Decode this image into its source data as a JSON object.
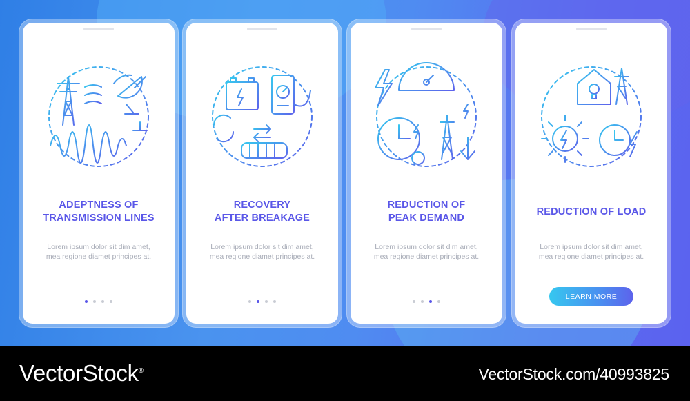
{
  "cards": [
    {
      "title_line1": "ADEPTNESS OF",
      "title_line2": "TRANSMISSION LINES",
      "body": "Lorem ipsum dolor sit dim amet, mea regione diamet principes at.",
      "active_dot": 1
    },
    {
      "title_line1": "RECOVERY",
      "title_line2": "AFTER BREAKAGE",
      "body": "Lorem ipsum dolor sit dim amet, mea regione diamet principes at.",
      "active_dot": 2
    },
    {
      "title_line1": "REDUCTION OF",
      "title_line2": "PEAK DEMAND",
      "body": "Lorem ipsum dolor sit dim amet, mea regione diamet principes at.",
      "active_dot": 3
    },
    {
      "title_line1": "REDUCTION OF LOAD",
      "title_line2": "",
      "body": "Lorem ipsum dolor sit dim amet, mea regione diamet principes at.",
      "button": "LEARN MORE"
    }
  ],
  "colors": {
    "accent": "#5a57e8",
    "gradient_start": "#36c7ef",
    "gradient_end": "#5d62ec"
  },
  "footer": {
    "brand": "VectorStock",
    "registered": "®",
    "image_id": "VectorStock.com/40993825"
  }
}
